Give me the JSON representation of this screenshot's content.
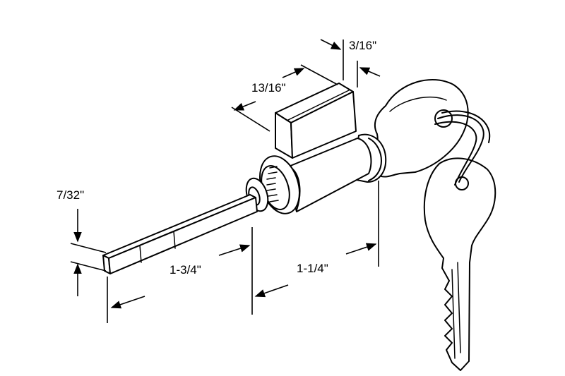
{
  "diagram": {
    "background": "#ffffff",
    "ink": "#000000",
    "dimensions": {
      "thickness": "7/32\"",
      "tailpiece_length": "1-3/4\"",
      "cylinder_length": "1-1/4\"",
      "cam_width": "13/16\"",
      "cam_thickness": "3/16\""
    }
  }
}
